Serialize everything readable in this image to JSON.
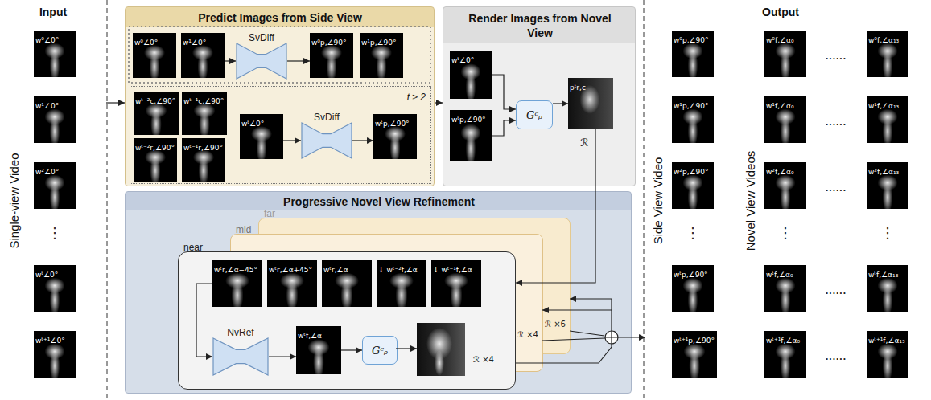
{
  "diagram": {
    "nodes": [
      {
        "text": [
          "Input",
          "Single-view Video"
        ]
      },
      {
        "text": [
          "w⁰∠0°"
        ],
        "in": 0
      },
      {
        "text": [
          "w¹∠0°"
        ],
        "in": 0
      },
      {
        "text": [
          "w²∠0°"
        ],
        "in": 0
      },
      {
        "text": [
          "wᵗ∠0°"
        ],
        "in": 0
      },
      {
        "text": [
          "wᵗ⁺¹∠0°"
        ],
        "in": 0
      },
      {
        "text": [
          "Predict Images from Side View"
        ]
      },
      {
        "text": [
          "t ≥ 2"
        ],
        "in": 6
      },
      {
        "text": [
          "w⁰∠0°"
        ],
        "in": 6
      },
      {
        "text": [
          "w¹∠0°"
        ],
        "in": 6
      },
      {
        "text": [
          "SvDiff"
        ],
        "in": 6
      },
      {
        "text": [
          "w⁰p,∠90°"
        ],
        "in": 6
      },
      {
        "text": [
          "w¹p,∠90°"
        ],
        "in": 6
      },
      {
        "text": [
          "wᵗ⁻²c,∠90°"
        ],
        "in": 7
      },
      {
        "text": [
          "wᵗ⁻¹c,∠90°"
        ],
        "in": 7
      },
      {
        "text": [
          "wᵗ⁻²r,∠90°"
        ],
        "in": 7
      },
      {
        "text": [
          "wᵗ⁻¹r,∠90°"
        ],
        "in": 7
      },
      {
        "text": [
          "wᵗ∠0°"
        ],
        "in": 7
      },
      {
        "text": [
          "SvDiff"
        ],
        "in": 7
      },
      {
        "text": [
          "wᵗp,∠90°"
        ],
        "in": 7
      },
      {
        "text": [
          "Render Images from Novel View"
        ]
      },
      {
        "text": [
          "wᵗ∠0°"
        ],
        "in": 20
      },
      {
        "text": [
          "wᵗp,∠90°"
        ],
        "in": 20
      },
      {
        "text": [
          "Gᶜᵨ"
        ],
        "in": 20
      },
      {
        "text": [
          "pᵗr,c"
        ],
        "in": 20
      },
      {
        "text": [
          "Progressive Novel View Refinement"
        ]
      },
      {
        "text": [
          "far"
        ],
        "in": 25
      },
      {
        "text": [
          "mid"
        ],
        "in": 25
      },
      {
        "text": [
          "near"
        ],
        "in": 25
      },
      {
        "text": [
          "wᵗr,∠α−45°"
        ],
        "in": 28
      },
      {
        "text": [
          "wᵗr,∠α+45°"
        ],
        "in": 28
      },
      {
        "text": [
          "wᵗr,∠α"
        ],
        "in": 28
      },
      {
        "text": [
          "↓ wᵗ⁻²f,∠α"
        ],
        "in": 28
      },
      {
        "text": [
          "↓ wᵗ⁻¹f,∠α"
        ],
        "in": 28
      },
      {
        "text": [
          "NvRef"
        ],
        "in": 28
      },
      {
        "text": [
          "wᵗf,∠α"
        ],
        "in": 28
      },
      {
        "text": [
          "Gᶜᵨ"
        ],
        "in": 28
      },
      {
        "text": [
          "Output",
          "Side View Video",
          "Novel View Videos"
        ]
      },
      {
        "text": [
          "w⁰p,∠90°"
        ],
        "in": 37
      },
      {
        "text": [
          "w⁰f,∠α₀"
        ],
        "in": 37
      },
      {
        "text": [
          "w⁰f,∠α₁₃"
        ],
        "in": 37
      },
      {
        "text": [
          "w¹p,∠90°"
        ],
        "in": 37
      },
      {
        "text": [
          "w¹f,∠α₀"
        ],
        "in": 37
      },
      {
        "text": [
          "w¹f,∠α₁₃"
        ],
        "in": 37
      },
      {
        "text": [
          "w²p,∠90°"
        ],
        "in": 37
      },
      {
        "text": [
          "w²f,∠α₀"
        ],
        "in": 37
      },
      {
        "text": [
          "w²f,∠α₁₃"
        ],
        "in": 37
      },
      {
        "text": [
          "wᵗp,∠90°"
        ],
        "in": 37
      },
      {
        "text": [
          "wᵗf,∠α₀"
        ],
        "in": 37
      },
      {
        "text": [
          "wᵗf,∠α₁₃"
        ],
        "in": 37
      },
      {
        "text": [
          "wᵗ⁺¹p,∠90°"
        ],
        "in": 37
      },
      {
        "text": [
          "wᵗ⁺¹f,∠α₀"
        ],
        "in": 37
      },
      {
        "text": [
          "wᵗ⁺¹f,∠α₁₃"
        ],
        "in": 37
      }
    ],
    "edges": [
      {
        "from": 0,
        "to": 6,
        "arrow": "to"
      },
      {
        "from": 6,
        "to": 20,
        "arrow": "to"
      },
      {
        "from": 9,
        "to": 10,
        "arrow": "to"
      },
      {
        "from": 10,
        "to": 11,
        "arrow": "to"
      },
      {
        "from": 17,
        "to": 18,
        "arrow": "to"
      },
      {
        "from": 18,
        "to": 19,
        "arrow": "to"
      },
      {
        "from": 21,
        "to": 23,
        "arrow": "to"
      },
      {
        "from": 22,
        "to": 23,
        "arrow": "to"
      },
      {
        "from": 23,
        "to": 24,
        "arrow": "to"
      },
      {
        "from": 24,
        "to": 28,
        "label": "ℛ",
        "arrow": "to"
      },
      {
        "from": 29,
        "to": 34,
        "arrow": "to"
      },
      {
        "from": 34,
        "to": 35,
        "arrow": "to"
      },
      {
        "from": 35,
        "to": 36,
        "arrow": "to"
      },
      {
        "from": 28,
        "to": 37,
        "arrow": "to"
      }
    ],
    "labels": [
      "⋮",
      "ℛ ×4",
      "ℛ ×4",
      "ℛ ×6",
      "⋮",
      "⋮",
      "⋮",
      "......",
      "......",
      "......",
      "......",
      "......"
    ]
  }
}
